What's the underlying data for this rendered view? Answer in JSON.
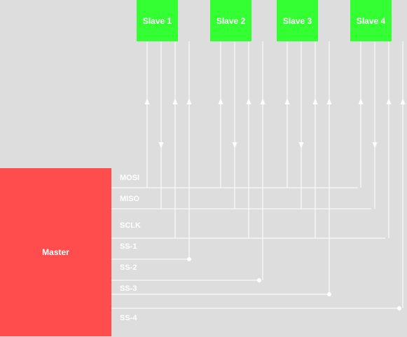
{
  "master": {
    "label": "Master",
    "color": "#ff4c4c"
  },
  "slaves": [
    {
      "label": "Slave 1"
    },
    {
      "label": "Slave 2"
    },
    {
      "label": "Slave 3"
    },
    {
      "label": "Slave 4"
    }
  ],
  "slave_color": "#33ff33",
  "signals": {
    "mosi": "MOSI",
    "miso": "MISO",
    "sclk": "SCLK",
    "ss1": "SS-1",
    "ss2": "SS-2",
    "ss3": "SS-3",
    "ss4": "SS-4"
  },
  "wire_color": "#ffffff",
  "background": "#dddddd"
}
